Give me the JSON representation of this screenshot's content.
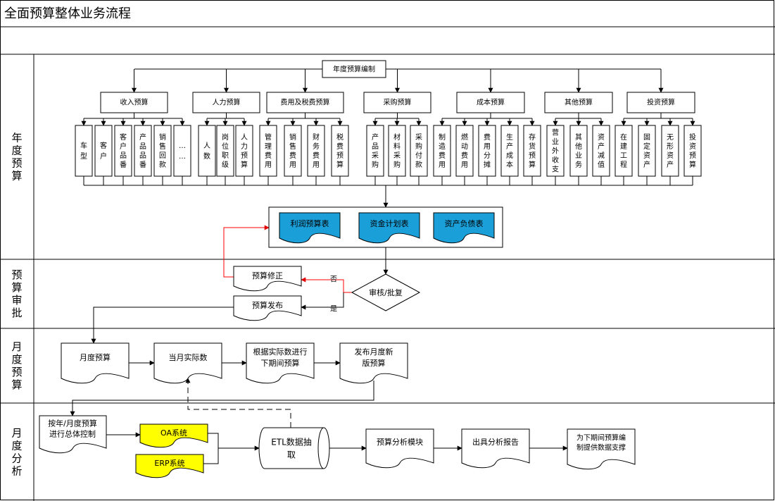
{
  "title": "全面预算整体业务流程",
  "lanes": {
    "annual": "年度预算",
    "approval": "预算审批",
    "monthly_budget": "月度预算",
    "monthly_analysis": "月度分析"
  },
  "annual": {
    "root": "年度预算编制",
    "groups": [
      {
        "label": "收入预算",
        "items": [
          "车型",
          "客户",
          "客户品番",
          "产品品番",
          "销售回款",
          "……"
        ]
      },
      {
        "label": "人力预算",
        "items": [
          "人数",
          "岗位职级",
          "人力预算"
        ]
      },
      {
        "label": "费用及税费预算",
        "items": [
          "管理费用",
          "销售费用",
          "财务费用",
          "税费预算"
        ]
      },
      {
        "label": "采购预算",
        "items": [
          "产品采购",
          "材料采购",
          "采购付款"
        ]
      },
      {
        "label": "成本预算",
        "items": [
          "制造费用",
          "燃动费用",
          "费用分摊",
          "生产成本",
          "存货预算"
        ]
      },
      {
        "label": "其他预算",
        "items": [
          "营业外收支",
          "其他业务",
          "资产减值"
        ]
      },
      {
        "label": "投资预算",
        "items": [
          "在建工程",
          "固定资产",
          "无形资产",
          "投资预算"
        ]
      }
    ],
    "reports": [
      "利润预算表",
      "资金计划表",
      "资产负债表"
    ]
  },
  "approval": {
    "review": "审核/批复",
    "revise": "预算修正",
    "publish": "预算发布",
    "no_label": "否",
    "yes_label": "是"
  },
  "monthly": {
    "steps": [
      "月度预算",
      "当月实际数",
      "根据实际数进行下期间预算",
      "发布月度新版预算"
    ]
  },
  "analysis": {
    "control": "按年/月度预算进行总体控制",
    "oa": "OA系统",
    "erp": "ERP系统",
    "etl": "ETL数据抽取",
    "module": "预算分析模块",
    "report": "出具分析报告",
    "support": "为下期间预算编制提供数据支撑"
  },
  "colors": {
    "report_fill": "#1a9fd9",
    "system_fill": "#ffff00",
    "feedback_arrow": "#ff0000",
    "line": "#000000"
  }
}
